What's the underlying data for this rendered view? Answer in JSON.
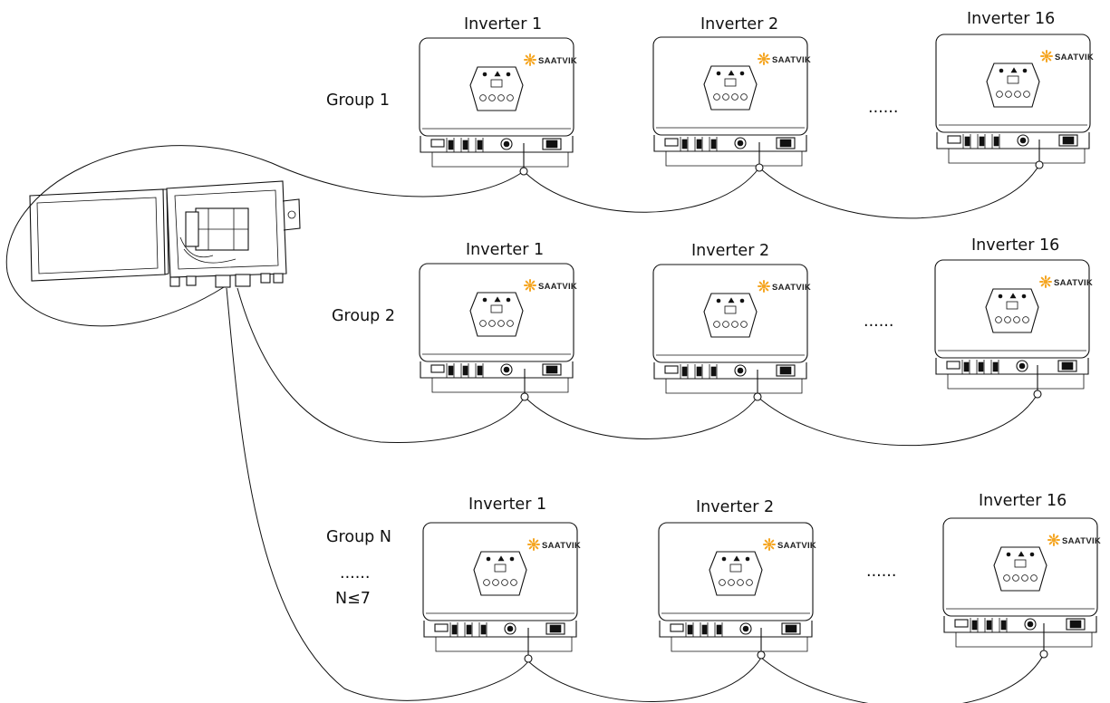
{
  "groups": [
    {
      "label": "Group 1",
      "inverters": [
        "Inverter 1",
        "Inverter 2",
        "Inverter 16"
      ]
    },
    {
      "label": "Group 2",
      "inverters": [
        "Inverter 1",
        "Inverter 2",
        "Inverter 16"
      ]
    },
    {
      "label": "Group N",
      "inverters": [
        "Inverter 1",
        "Inverter 2",
        "Inverter 16"
      ],
      "note_ellipsis": "......",
      "note_limit": "N≤7"
    }
  ],
  "row_ellipsis": "......",
  "brand": "SAATVIK",
  "logo_color": "#F5A623"
}
